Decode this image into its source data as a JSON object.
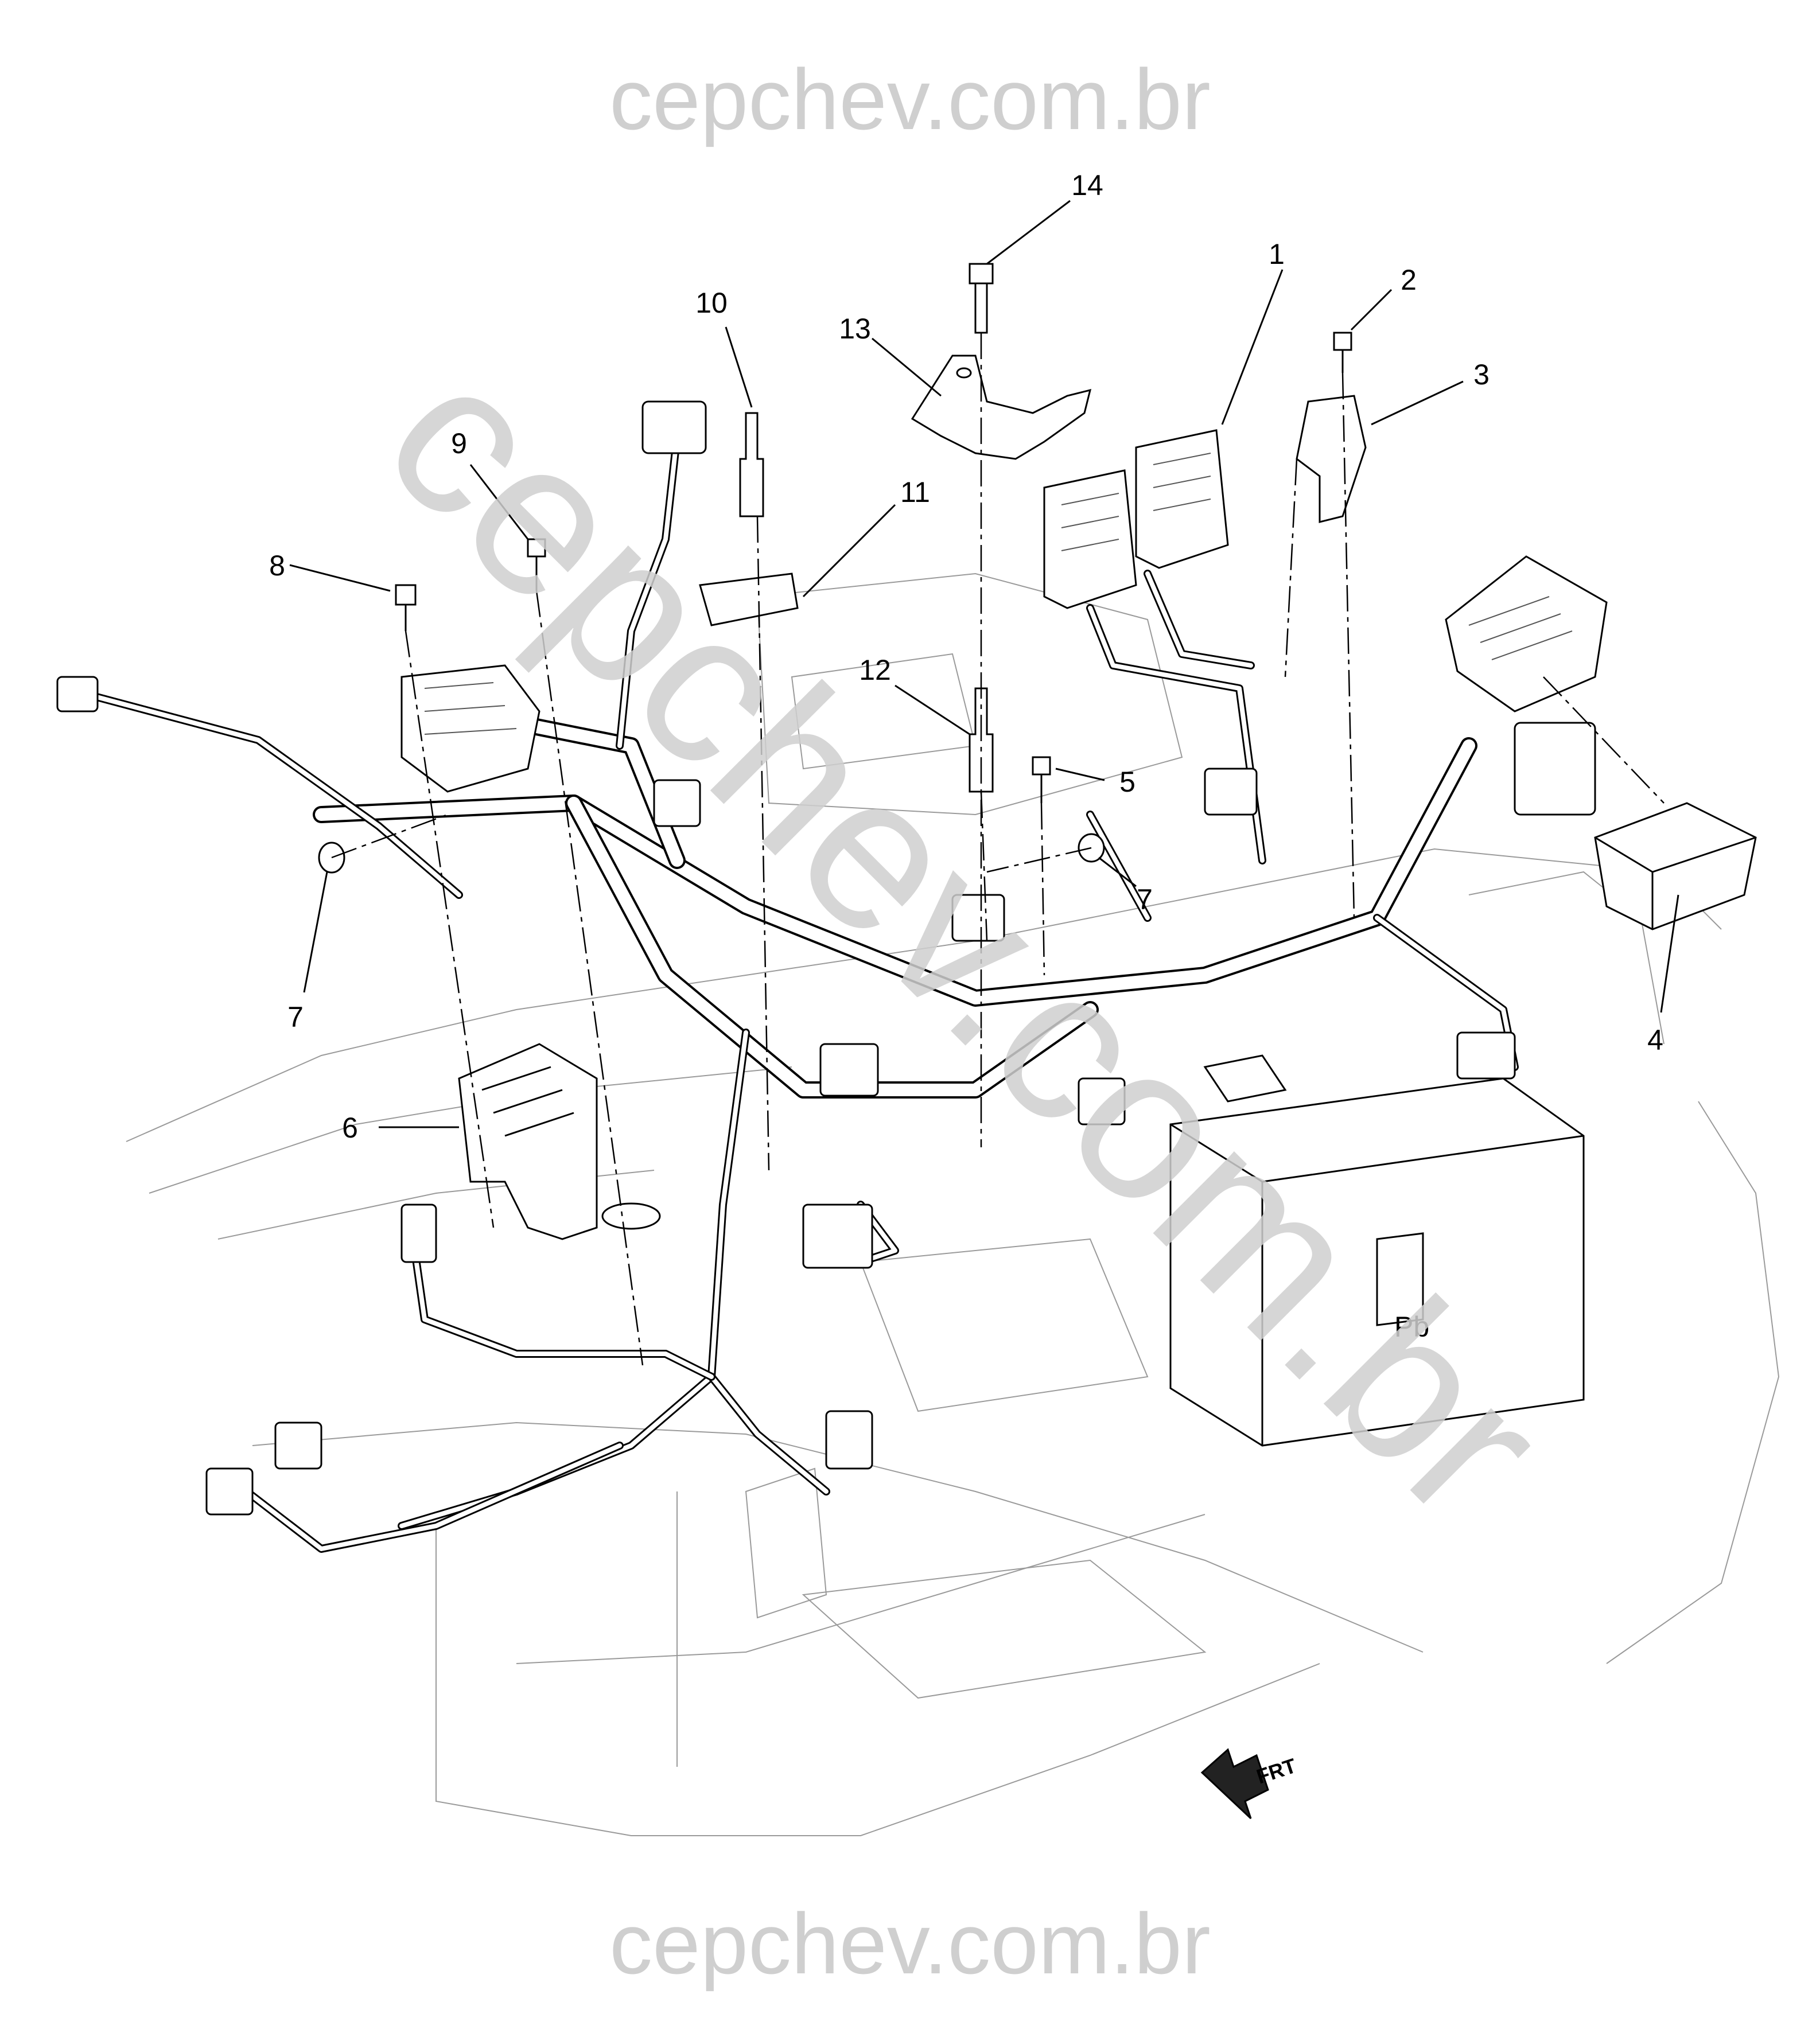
{
  "watermarks": {
    "top": "cepchev.com.br",
    "bottom": "cepchev.com.br",
    "diagonal": "cepchev.com.br"
  },
  "callouts": [
    {
      "id": "c1",
      "label": "1"
    },
    {
      "id": "c2",
      "label": "2"
    },
    {
      "id": "c3",
      "label": "3"
    },
    {
      "id": "c4",
      "label": "4"
    },
    {
      "id": "c5",
      "label": "5"
    },
    {
      "id": "c6",
      "label": "6"
    },
    {
      "id": "c7a",
      "label": "7"
    },
    {
      "id": "c7b",
      "label": "7"
    },
    {
      "id": "c8",
      "label": "8"
    },
    {
      "id": "c9",
      "label": "9"
    },
    {
      "id": "c10",
      "label": "10"
    },
    {
      "id": "c11",
      "label": "11"
    },
    {
      "id": "c12",
      "label": "12"
    },
    {
      "id": "c13",
      "label": "13"
    },
    {
      "id": "c14",
      "label": "14"
    }
  ],
  "battery_mark": "Pb",
  "front_indicator": "FRT",
  "colors": {
    "watermark": "#cfcfcf",
    "ink": "#000000",
    "background": "#ffffff"
  }
}
